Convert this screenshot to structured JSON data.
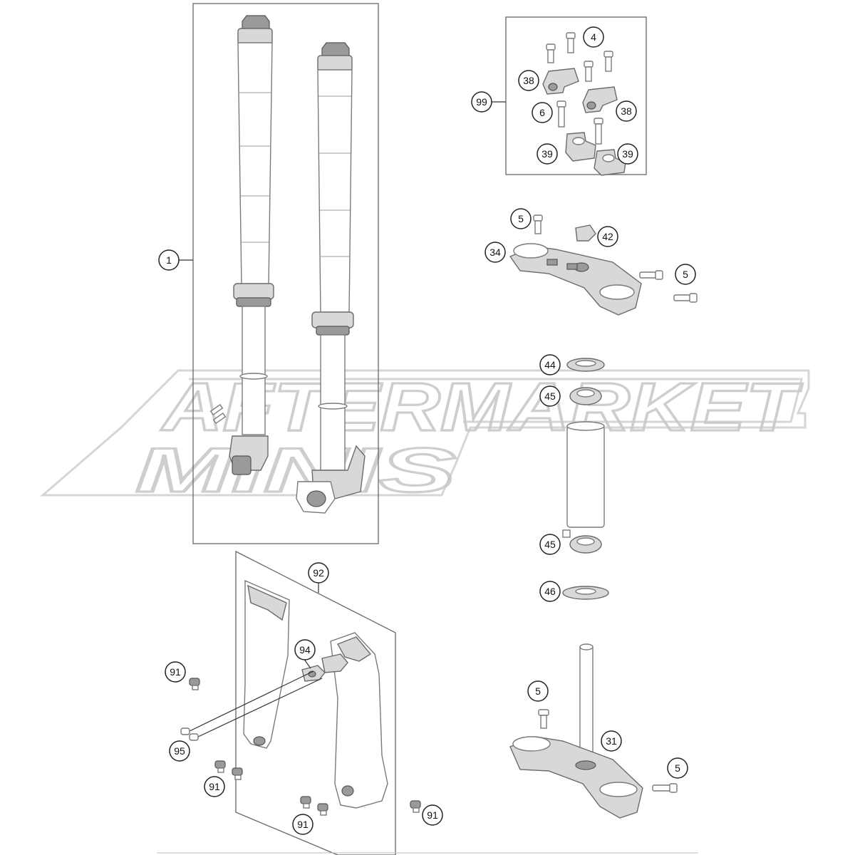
{
  "watermark": {
    "line1": "AFTERMARKET",
    "line2": "MINIS"
  },
  "callouts": {
    "fork_assembly": "1",
    "screw_kit": "4",
    "screw_top": "5",
    "screw_clamp": "5",
    "screw_lower": "5",
    "screw_lower_clamp": "5",
    "screw_holder": "6",
    "stem": "31",
    "upper_triple_clamp": "34",
    "handlebar_clamp_a": "38",
    "handlebar_clamp_b": "38",
    "handlebar_holder_a": "39",
    "handlebar_holder_b": "39",
    "collar_nut": "42",
    "seal_ring": "44",
    "bearing_upper": "45",
    "bearing_lower": "45",
    "seal_lower": "46",
    "screw_guard_a": "91",
    "screw_guard_b": "91",
    "screw_guard_c": "91",
    "screw_guard_d": "91",
    "fork_guard_set": "92",
    "brake_line_guide": "94",
    "screw_guide": "95",
    "handlebar_kit": "99"
  },
  "icons": {
    "fork_leg_left": "fork-leg-icon",
    "fork_leg_right": "fork-leg-icon",
    "triple_clamp": "triple-clamp-icon",
    "bearing": "bearing-icon",
    "fork_guard": "fork-guard-icon"
  }
}
